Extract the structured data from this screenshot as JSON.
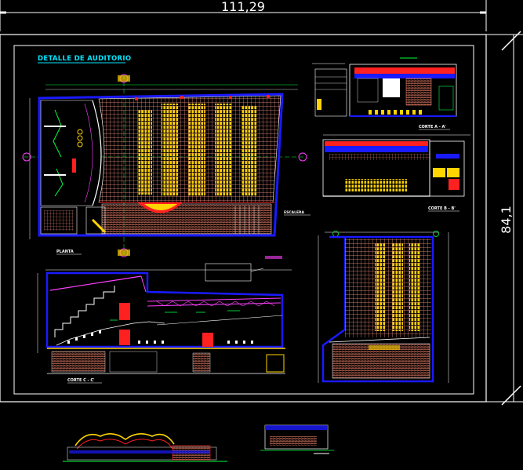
{
  "sheet": {
    "dimension_width": "111,29",
    "dimension_height": "84,1",
    "title": "DETALLE DE AUDITORIO"
  },
  "labels": {
    "planta": "PLANTA",
    "corte_aa": "CORTE A - A'",
    "corte_bb": "CORTE B - B'",
    "corte_cc": "CORTE C - C'",
    "escalera": "ESCALERA"
  },
  "colors": {
    "frame": "#ffffff",
    "title": "#00e5ff",
    "seating": "#ffd400",
    "grid": "#ffae9a",
    "walls": "#1a1aff",
    "accent_red": "#ff2020",
    "accent_green": "#00ff40",
    "magenta": "#ff40ff"
  }
}
